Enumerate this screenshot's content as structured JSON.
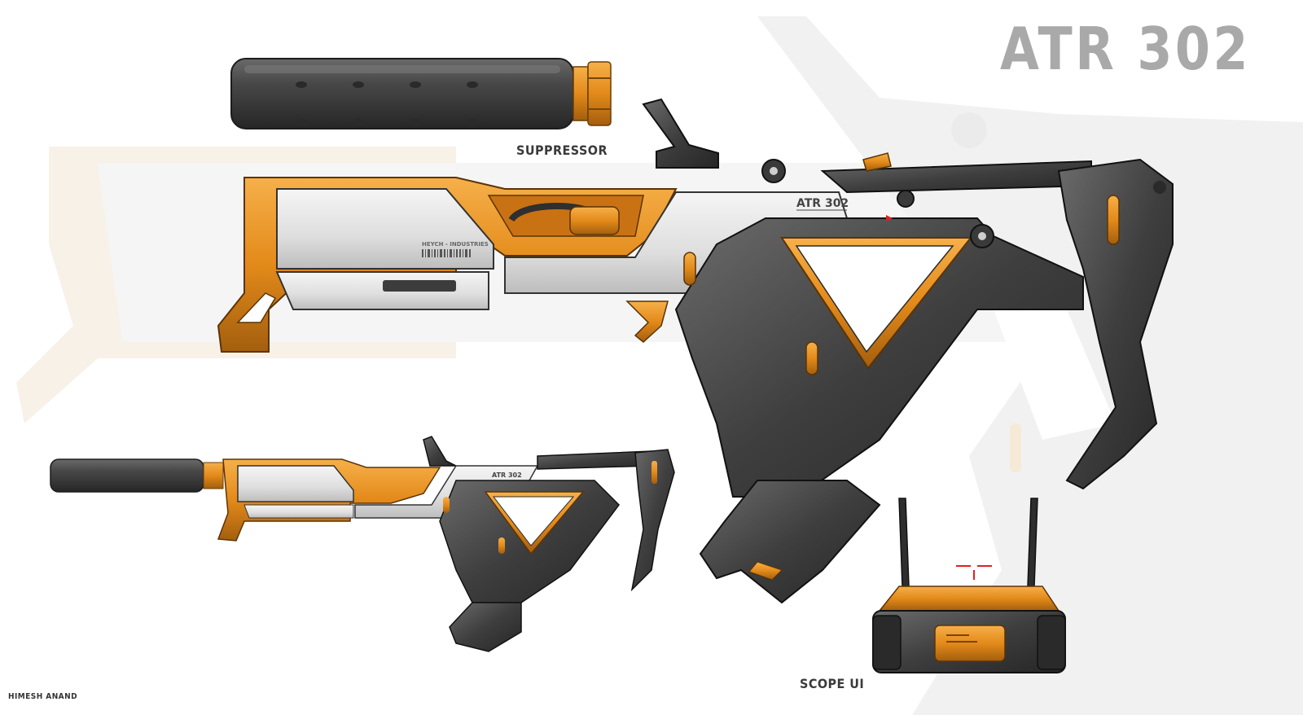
{
  "title": "ATR 302",
  "labels": {
    "suppressor": "SUPPRESSOR",
    "scope_ui": "SCOPE UI",
    "artist": "HIMESH ANAND",
    "receiver_marking": "ATR 302",
    "manufacturer_marking": "HEYCH - INDUSTRIES"
  },
  "colors": {
    "orange": "#e38a1a",
    "orange_dark": "#9a5a10",
    "silver": "#e4e4e4",
    "silver_dark": "#b8b8b8",
    "gunmetal": "#3c3c3c",
    "gunmetal_light": "#5e5e5e",
    "ghost": "#e9e9e9",
    "title_gray": "#a9a9a9",
    "reticle_red": "#e02020"
  }
}
